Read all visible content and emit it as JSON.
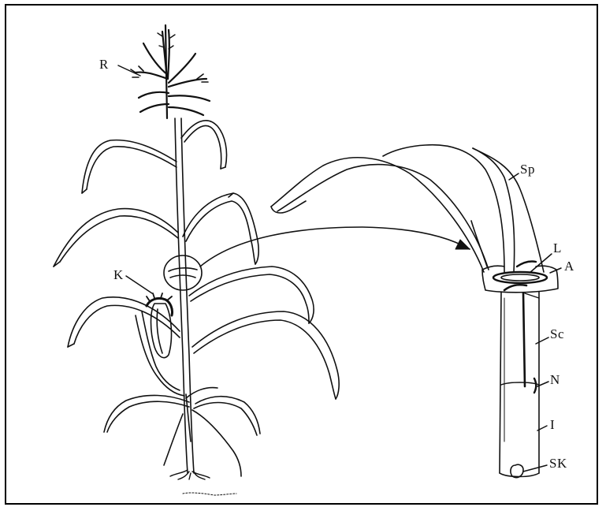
{
  "labels": {
    "R": "R",
    "K": "K",
    "Sp": "Sp",
    "L": "L",
    "A": "A",
    "Sc": "Sc",
    "N": "N",
    "I": "I",
    "SK": "SK"
  },
  "colors": {
    "ink": "#111111",
    "background": "#ffffff"
  }
}
